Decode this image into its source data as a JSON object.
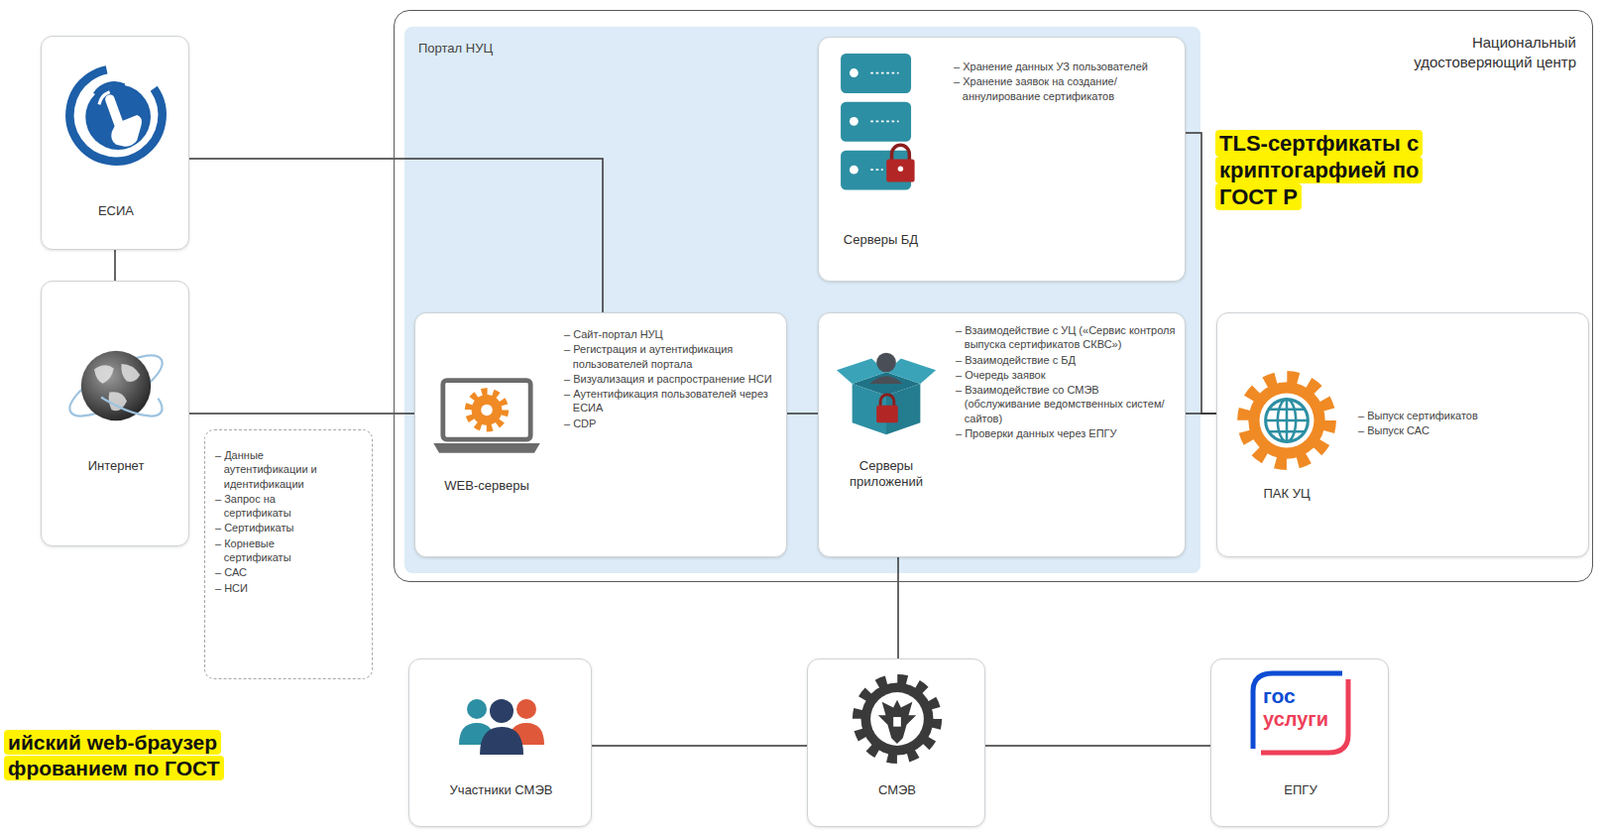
{
  "diagram": {
    "nodes": [
      {
        "text": [
          "ЕСИА"
        ]
      },
      {
        "text": [
          "Интернет"
        ]
      },
      {
        "text": [
          "– Данные аутентификации и идентификации",
          "– Запрос на сертификаты",
          "– Сертификаты",
          "– Корневые сертификаты",
          "– САС",
          "– НСИ"
        ]
      },
      {
        "text": [
          "Национальный удостоверяющий центр"
        ]
      },
      {
        "text": [
          "Портал НУЦ"
        ],
        "in": 3
      },
      {
        "text": [
          "Серверы БД",
          "– Хранение данных УЗ пользователей",
          "– Хранение заявок на создание/аннулирование сертификатов"
        ],
        "in": 4
      },
      {
        "text": [
          "WEB-серверы",
          "– Сайт-портал НУЦ",
          "– Регистрация и аутентификация пользователей портала",
          "– Визуализация и распространение НСИ",
          "– Аутентификация пользователей через ЕСИА",
          "– CDP"
        ],
        "in": 4
      },
      {
        "text": [
          "Серверы приложений",
          "– Взаимодействие с УЦ («Сервис контроля выпуска сертификатов СКВС»)",
          "– Взаимодействие с БД",
          "– Очередь заявок",
          "– Взаимодействие со СМЭВ (обслуживание ведомственных систем/ сайтов)",
          "– Проверки данных через ЕПГУ"
        ],
        "in": 4
      },
      {
        "text": [
          "ПАК УЦ",
          "– Выпуск сертификатов",
          "– Выпуск САС"
        ],
        "in": 3
      },
      {
        "text": [
          "Участники СМЭВ"
        ]
      },
      {
        "text": [
          "СМЭВ"
        ]
      },
      {
        "text": [
          "гос",
          "услуги",
          "ЕПГУ"
        ]
      }
    ],
    "edges": [
      {
        "from": 0,
        "to": 6,
        "arrow": "none"
      },
      {
        "from": 0,
        "to": 1,
        "arrow": "none"
      },
      {
        "from": 1,
        "to": 6,
        "arrow": "none"
      },
      {
        "from": 6,
        "to": 7,
        "arrow": "none"
      },
      {
        "from": 7,
        "to": 8,
        "arrow": "none"
      },
      {
        "from": 5,
        "to": 8,
        "arrow": "none"
      },
      {
        "from": 7,
        "to": 10,
        "arrow": "none"
      },
      {
        "from": 9,
        "to": 10,
        "arrow": "none"
      },
      {
        "from": 10,
        "to": 11,
        "arrow": "none"
      }
    ],
    "labels": [
      "TLS-сертфикаты с криптогарфией по ГОСТ Р",
      "ийский web-браузер фрованием по ГОСТ"
    ]
  }
}
